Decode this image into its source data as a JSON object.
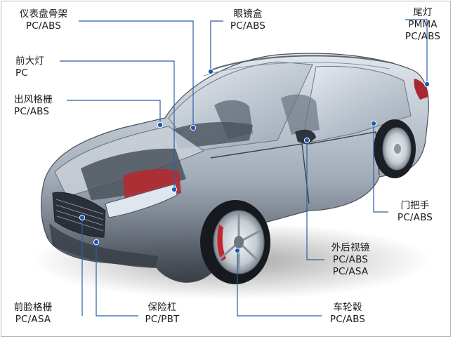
{
  "callouts": [
    {
      "id": "dashboard-frame",
      "name": "仪表盘骨架",
      "material": "PC/ABS"
    },
    {
      "id": "glasses-box",
      "name": "眼镜盒",
      "material": "PC/ABS"
    },
    {
      "id": "tail-light",
      "name": "尾灯",
      "materials": [
        "PMMA",
        "PC/ABS"
      ]
    },
    {
      "id": "headlight",
      "name": "前大灯",
      "material": "PC"
    },
    {
      "id": "vent-grille",
      "name": "出风格栅",
      "material": "PC/ABS"
    },
    {
      "id": "door-handle",
      "name": "门把手",
      "material": "PC/ABS"
    },
    {
      "id": "side-mirror",
      "name": "外后视镜",
      "materials": [
        "PC/ABS",
        "PC/ASA"
      ]
    },
    {
      "id": "front-grille",
      "name": "前脸格栅",
      "material": "PC/ASA"
    },
    {
      "id": "bumper",
      "name": "保险杠",
      "material": "PC/PBT"
    },
    {
      "id": "wheel-hub",
      "name": "车轮毂",
      "material": "PC/ABS"
    }
  ],
  "colors": {
    "leader": "#2b5fa8",
    "dot": "#1d57b5",
    "text": "#1a1a1a",
    "frame": "#b9b9b9"
  }
}
